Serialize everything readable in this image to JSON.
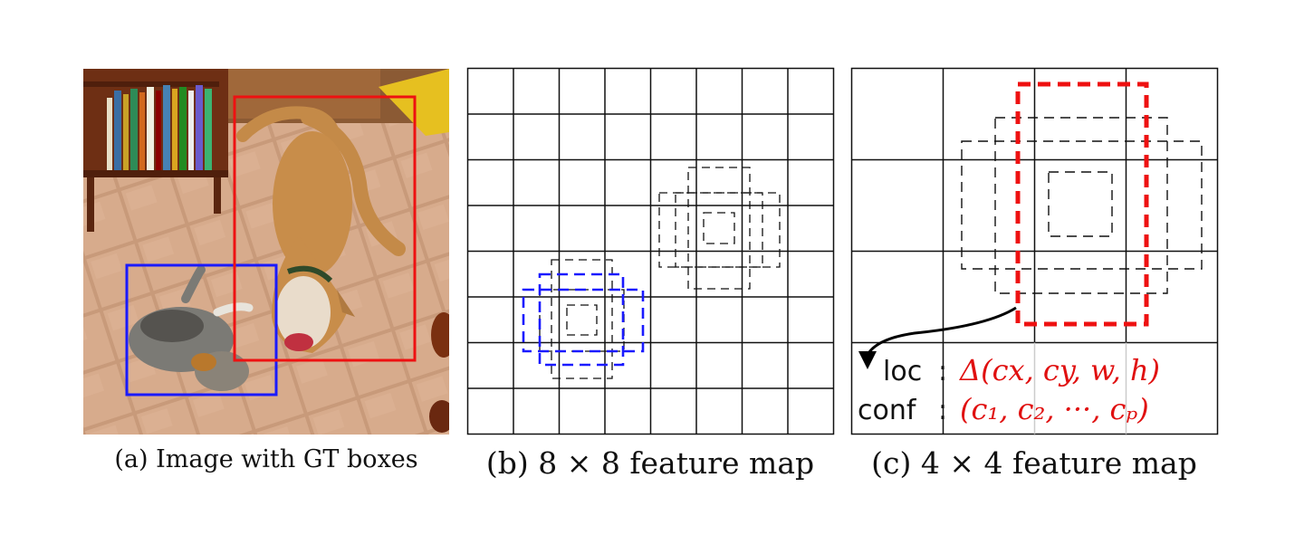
{
  "panels": [
    {
      "id": "a",
      "caption": "(a) Image with GT boxes",
      "gt_boxes": [
        {
          "object": "cat",
          "color": "#1a1aff"
        },
        {
          "object": "dog",
          "color": "#ee1111"
        }
      ]
    },
    {
      "id": "b",
      "caption": "(b) 8 × 8 feature map",
      "grid": 8
    },
    {
      "id": "c",
      "caption": "(c) 4 × 4 feature map",
      "grid": 4
    }
  ],
  "outputs": {
    "loc_label": "loc",
    "loc_sep": ":",
    "loc_value": "Δ(cx, cy, w, h)",
    "conf_label": "conf",
    "conf_sep": ":",
    "conf_value": "(c₁, c₂, ···, cₚ)"
  },
  "colors": {
    "cat_box": "#1a1aff",
    "dog_box": "#ee1111",
    "matched_default_box": "#ee1111",
    "math_text": "#e01010"
  }
}
